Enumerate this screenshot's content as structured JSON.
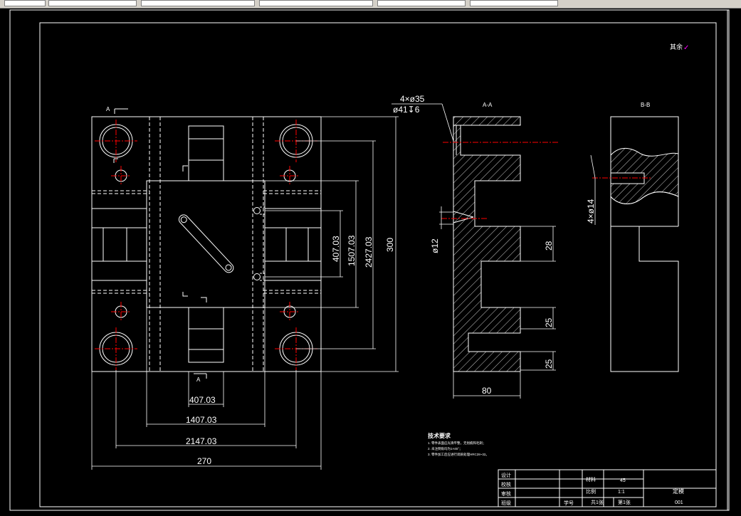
{
  "colors": {
    "line": "#ffffff",
    "red": "#ff0000",
    "bg": "#000000",
    "tb": "#d4d0c8"
  },
  "toolbar": {
    "items": [
      "",
      "",
      "",
      "",
      "",
      "",
      ""
    ]
  },
  "top_note": {
    "text": "其余",
    "symbol": "✓"
  },
  "labels": {
    "section_a_mark": "A",
    "section_a_bottom": "A",
    "section_aa": "A-A",
    "section_bb": "B-B",
    "hole_callout_1": "4×ø35",
    "hole_callout_2": "ø41↧6"
  },
  "dims": {
    "d407": "407.03",
    "d1407": "1407.03",
    "d2147": "2147.03",
    "d270": "270",
    "v407": "407.03",
    "v1507": "1507.03",
    "v2427": "2427.03",
    "v300": "300",
    "sec_phi12": "ø12",
    "sec_28": "28",
    "sec_25a": "25",
    "sec_25b": "25",
    "sec_80": "80",
    "bb_4x14": "4×ø14"
  },
  "notes": {
    "title": "技术要求",
    "items": [
      "1. 零件表面应光滑平整，无划痕和毛刺；",
      "2. 未注倒角均为1×45°；",
      "3. 零件加工后应进行调质处理HRC28~32。"
    ]
  },
  "title_block": {
    "design": "设计",
    "check": "校核",
    "review": "审核",
    "class": "班级",
    "student_no": "学号",
    "material_label": "材料",
    "material_value": "45",
    "scale_label": "比例",
    "scale_value": "1:1",
    "sheets_total": "共1张",
    "sheet_no": "第1张",
    "part_name": "定模",
    "drawing_no": "001"
  }
}
